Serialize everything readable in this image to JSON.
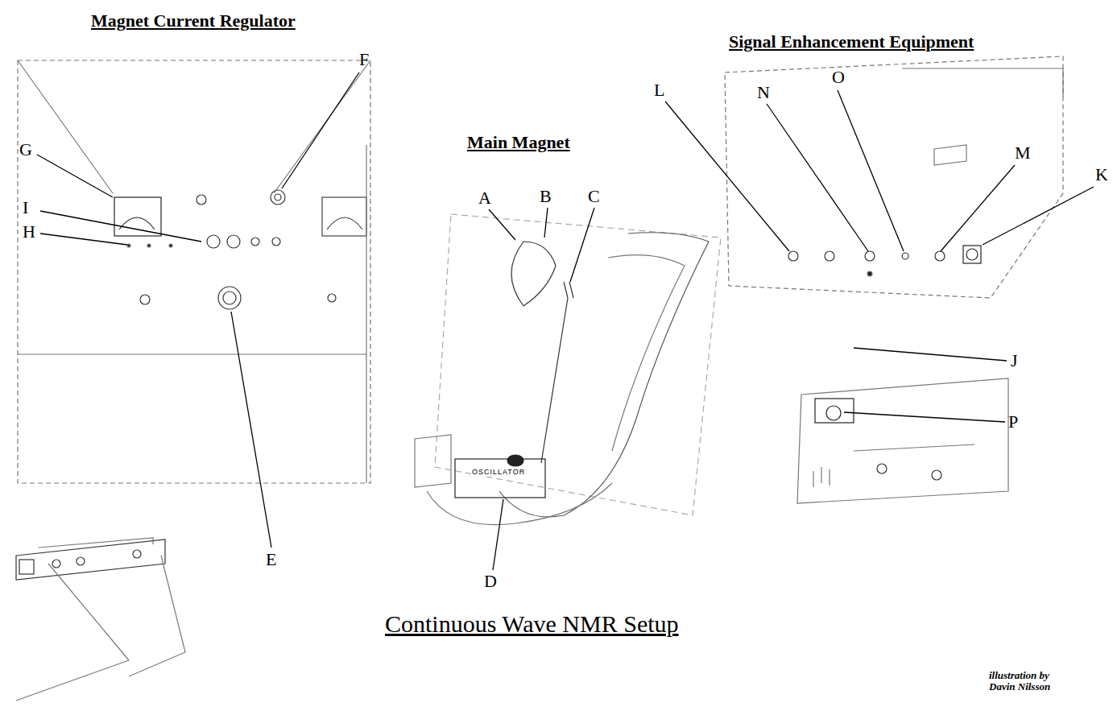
{
  "diagram": {
    "title": "Continuous Wave NMR Setup",
    "labels": [
      "Magnet Current Regulator",
      "Main Magnet",
      "Signal Enhancement Equipment",
      "F",
      "G",
      "I",
      "H",
      "A",
      "B",
      "C",
      "L",
      "N",
      "O",
      "M",
      "K",
      "J",
      "P",
      "E",
      "D",
      "OSCILLATOR",
      "illustration by Davin Nilsson"
    ]
  }
}
